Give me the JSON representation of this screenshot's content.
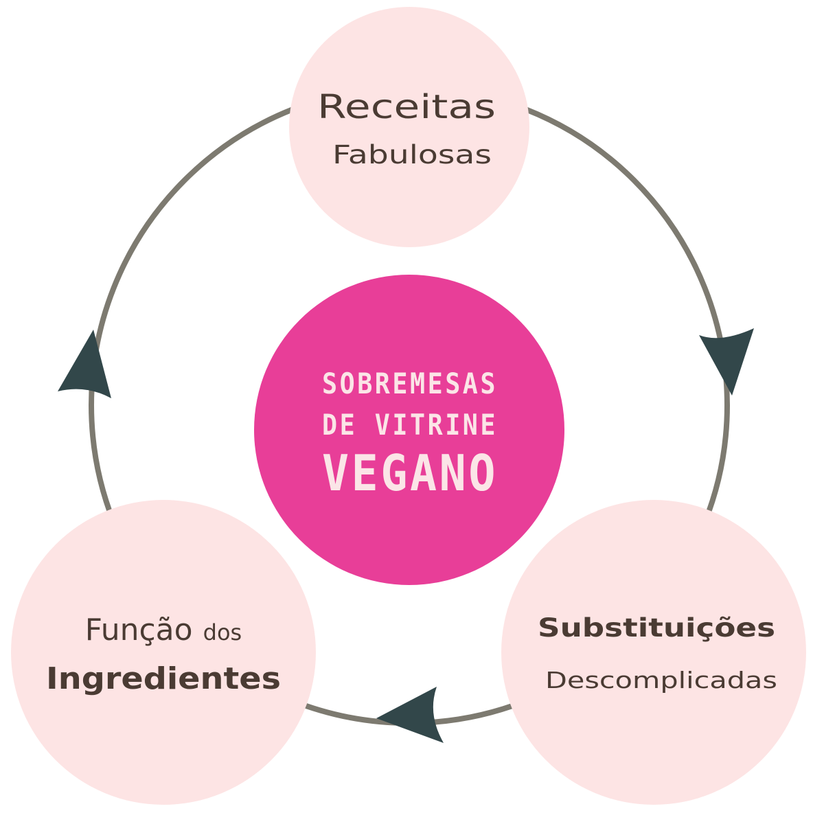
{
  "colors": {
    "cycle_line": "#7d7a70",
    "arrow": "#32474a",
    "outer_circle": "#fde4e4",
    "center_circle": "#e83e98",
    "center_text": "#fbe5e7",
    "node_text": "#4a3b33"
  },
  "center": {
    "line1": "SOBREMESAS",
    "line2": "DE VITRINE",
    "line3": "VEGANO"
  },
  "nodes": {
    "top": {
      "title": "Receitas",
      "subtitle": "Fabulosas"
    },
    "bottom_right": {
      "title": "Substituições",
      "subtitle": "Descomplicadas"
    },
    "bottom_left": {
      "title_part1": "Função",
      "title_part2": "dos",
      "title_line2": "Ingredientes"
    }
  }
}
